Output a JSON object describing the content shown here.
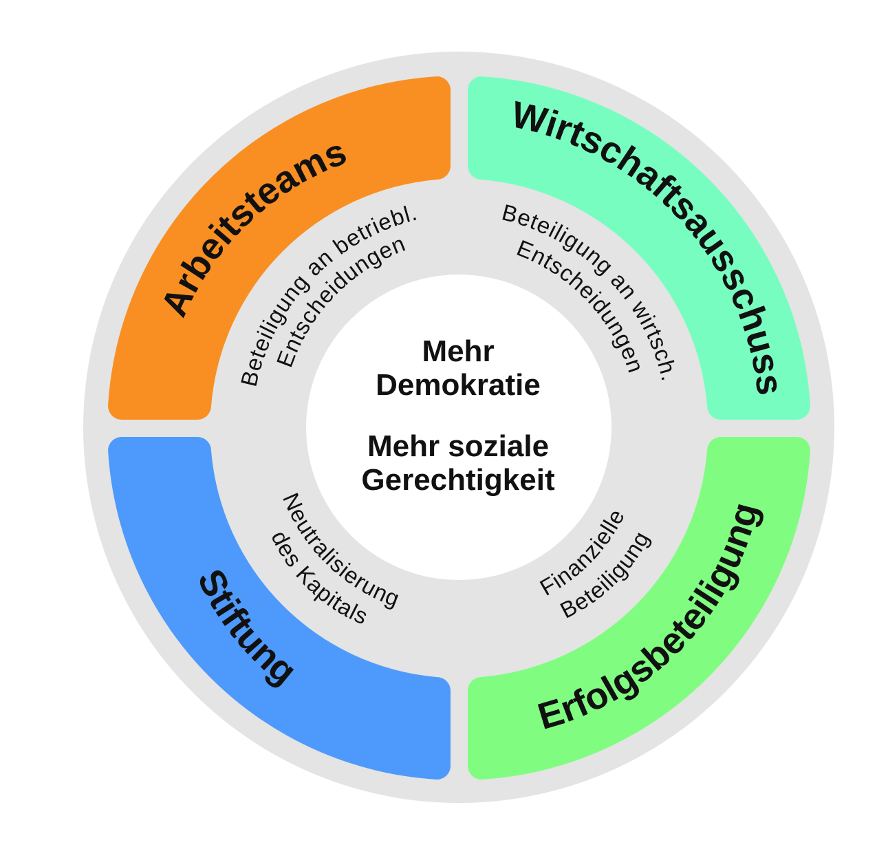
{
  "diagram": {
    "center": {
      "line1": "Mehr",
      "line2": "Demokratie",
      "line3": "Mehr soziale",
      "line4": "Gerechtigkeit"
    },
    "segments": [
      {
        "key": "arbeitsteams",
        "label": "Arbeitsteams",
        "color": "#f98f22",
        "description_lines": [
          "Beteiligung an betriebl.",
          "Entscheidungen"
        ]
      },
      {
        "key": "wirtschaftsausschuss",
        "label": "Wirtschaftsausschuss",
        "color": "#78fdc0",
        "description_lines": [
          "Beteiligung an wirtsch.",
          "Entscheidungen"
        ]
      },
      {
        "key": "erfolgsbeteiligung",
        "label": "Erfolgsbeteiligung",
        "color": "#80fd80",
        "description_lines": [
          "Finanzielle",
          "Beteiligung"
        ]
      },
      {
        "key": "stiftung",
        "label": "Stiftung",
        "color": "#4e9afc",
        "description_lines": [
          "Neutralisierung",
          "des Kapitals"
        ]
      }
    ],
    "ring_color": "#e4e4e4",
    "center_color": "#ffffff"
  }
}
